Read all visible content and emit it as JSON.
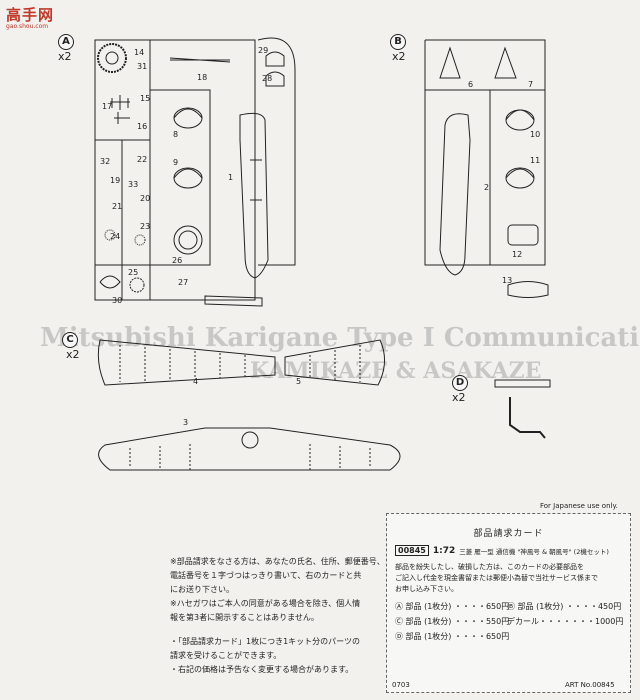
{
  "header": {
    "logo_text": "高手网",
    "logo_url": "gao.shou.com"
  },
  "sprues": {
    "A": {
      "letter": "A",
      "mult": "x2"
    },
    "B": {
      "letter": "B",
      "mult": "x2"
    },
    "C": {
      "letter": "C",
      "mult": "x2"
    },
    "D": {
      "letter": "D",
      "mult": "x2"
    }
  },
  "part_numbers": {
    "p1": "1",
    "p2": "2",
    "p3": "3",
    "p4": "4",
    "p5": "5",
    "p6": "6",
    "p7": "7",
    "p8": "8",
    "p9": "9",
    "p10": "10",
    "p11": "11",
    "p12": "12",
    "p13": "13",
    "p14": "14",
    "p15": "15",
    "p16": "16",
    "p17": "17",
    "p18": "18",
    "p19": "19",
    "p20": "20",
    "p21": "21",
    "p22": "22",
    "p23": "23",
    "p24": "24",
    "p25": "25",
    "p26": "26",
    "p27": "27",
    "p28": "28",
    "p29": "29",
    "p30": "30",
    "p31": "31",
    "p32": "32",
    "p33": "33"
  },
  "background_text": {
    "title_en": "Mitsubishi Karigane Type I Communication Airplane",
    "title_sub": "KAMIKAZE & ASAKAZE"
  },
  "card": {
    "japanese_note": "For Japanese use only.",
    "title": "部品請求カード",
    "code": "00845",
    "scale": "1:72",
    "product": "三菱 雁一型 通信機 \"神風号 & 朝風号\" (2機セット)",
    "line1": "部品を紛失したし、破損した方は、このカードの必要部品を",
    "line2": "ご記入し代金を現金書留または郵便小為替で当社サービス係まで",
    "line3": "お申し込み下さい。",
    "price_a": "Ⓐ 部品 (1枚分) ・・・・650円",
    "price_b": "Ⓑ 部品 (1枚分) ・・・・450円",
    "price_c": "Ⓒ 部品 (1枚分) ・・・・550円",
    "price_decal": "デカール・・・・・・・1000円",
    "price_d": "Ⓓ 部品 (1枚分) ・・・・650円",
    "footer_left": "0703",
    "footer_right": "ART No.00845"
  },
  "left_text": {
    "l1": "※部品請求をなさる方は、あなたの氏名、住所、郵便番号、",
    "l2": "電話番号を１字づつはっきり書いて、右のカードと共",
    "l3": "にお送り下さい。",
    "l4": "※ハセガワはご本人の同意がある場合を除き、個人情",
    "l5": "報を第3者に開示することはありません。",
    "l6": "・「部品請求カード」1枚につき1キット分のパーツの",
    "l7": "請求を受けることができます。",
    "l8": "・右記の価格は予告なく変更する場合があります。"
  }
}
